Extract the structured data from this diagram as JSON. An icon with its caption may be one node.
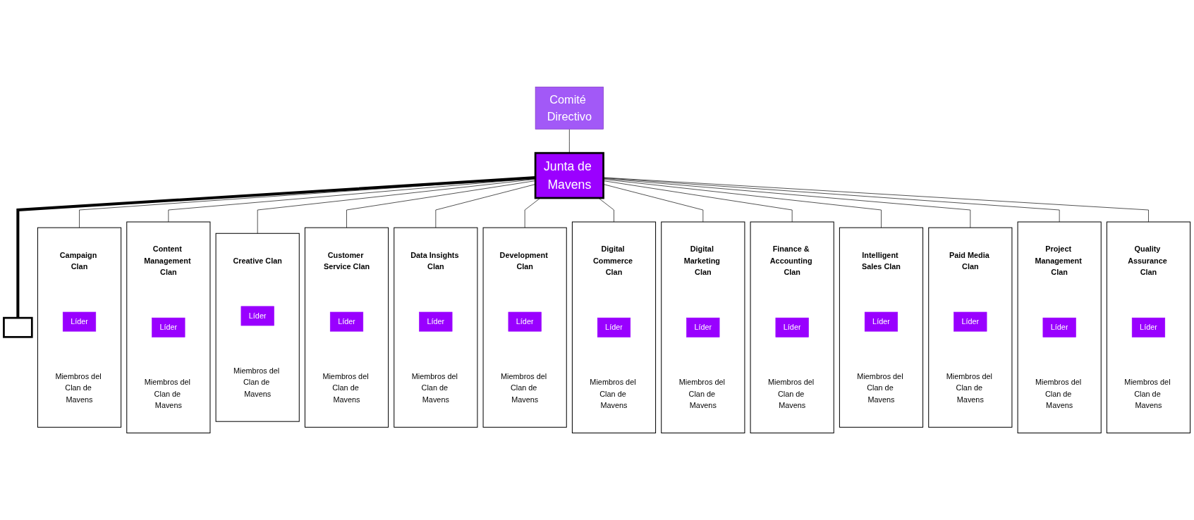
{
  "diagram": {
    "nodes": [
      {
        "text": [
          "Comité Directivo"
        ]
      },
      {
        "text": [
          "Junta de Mavens"
        ]
      },
      {
        "text": [],
        "shape": "box"
      },
      {
        "text": [
          "Campaign Clan",
          "Miembros del Clan de Mavens"
        ]
      },
      {
        "text": [
          "Líder"
        ],
        "in": 3
      },
      {
        "text": [
          "Content Management Clan",
          "Miembros del Clan de Mavens"
        ]
      },
      {
        "text": [
          "Líder"
        ],
        "in": 5
      },
      {
        "text": [
          "Creative Clan",
          "Miembros del Clan de Mavens"
        ]
      },
      {
        "text": [
          "Líder"
        ],
        "in": 7
      },
      {
        "text": [
          "Customer Service Clan",
          "Miembros del Clan de Mavens"
        ]
      },
      {
        "text": [
          "Líder"
        ],
        "in": 9
      },
      {
        "text": [
          "Data Insights Clan",
          "Miembros del Clan de Mavens"
        ]
      },
      {
        "text": [
          "Líder"
        ],
        "in": 11
      },
      {
        "text": [
          "Development Clan",
          "Miembros del Clan de Mavens"
        ]
      },
      {
        "text": [
          "Líder"
        ],
        "in": 13
      },
      {
        "text": [
          "Digital Commerce Clan",
          "Miembros del Clan de Mavens"
        ]
      },
      {
        "text": [
          "Líder"
        ],
        "in": 15
      },
      {
        "text": [
          "Digital Marketing Clan",
          "Miembros del Clan de Mavens"
        ]
      },
      {
        "text": [
          "Líder"
        ],
        "in": 17
      },
      {
        "text": [
          "Finance & Accounting Clan",
          "Miembros del Clan de Mavens"
        ]
      },
      {
        "text": [
          "Líder"
        ],
        "in": 19
      },
      {
        "text": [
          "Intelligent Sales Clan",
          "Miembros del Clan de Mavens"
        ]
      },
      {
        "text": [
          "Líder"
        ],
        "in": 21
      },
      {
        "text": [
          "Paid Media Clan",
          "Miembros del Clan de Mavens"
        ]
      },
      {
        "text": [
          "Líder"
        ],
        "in": 23
      },
      {
        "text": [
          "Project Management Clan",
          "Miembros del Clan de Mavens"
        ]
      },
      {
        "text": [
          "Líder"
        ],
        "in": 25
      },
      {
        "text": [
          "Quality Assurance Clan",
          "Miembros del Clan de Mavens"
        ]
      },
      {
        "text": [
          "Líder"
        ],
        "in": 27
      }
    ],
    "edges": [
      {
        "from": 0,
        "to": 1,
        "arrow": "none"
      },
      {
        "from": 1,
        "to": 2,
        "arrow": "none",
        "style": "thick"
      },
      {
        "from": 1,
        "to": 3,
        "arrow": "none"
      },
      {
        "from": 1,
        "to": 5,
        "arrow": "none"
      },
      {
        "from": 1,
        "to": 7,
        "arrow": "none"
      },
      {
        "from": 1,
        "to": 9,
        "arrow": "none"
      },
      {
        "from": 1,
        "to": 11,
        "arrow": "none"
      },
      {
        "from": 1,
        "to": 13,
        "arrow": "none"
      },
      {
        "from": 1,
        "to": 15,
        "arrow": "none"
      },
      {
        "from": 1,
        "to": 17,
        "arrow": "none"
      },
      {
        "from": 1,
        "to": 19,
        "arrow": "none"
      },
      {
        "from": 1,
        "to": 21,
        "arrow": "none"
      },
      {
        "from": 1,
        "to": 23,
        "arrow": "none"
      },
      {
        "from": 1,
        "to": 25,
        "arrow": "none"
      },
      {
        "from": 1,
        "to": 27,
        "arrow": "none"
      }
    ]
  }
}
